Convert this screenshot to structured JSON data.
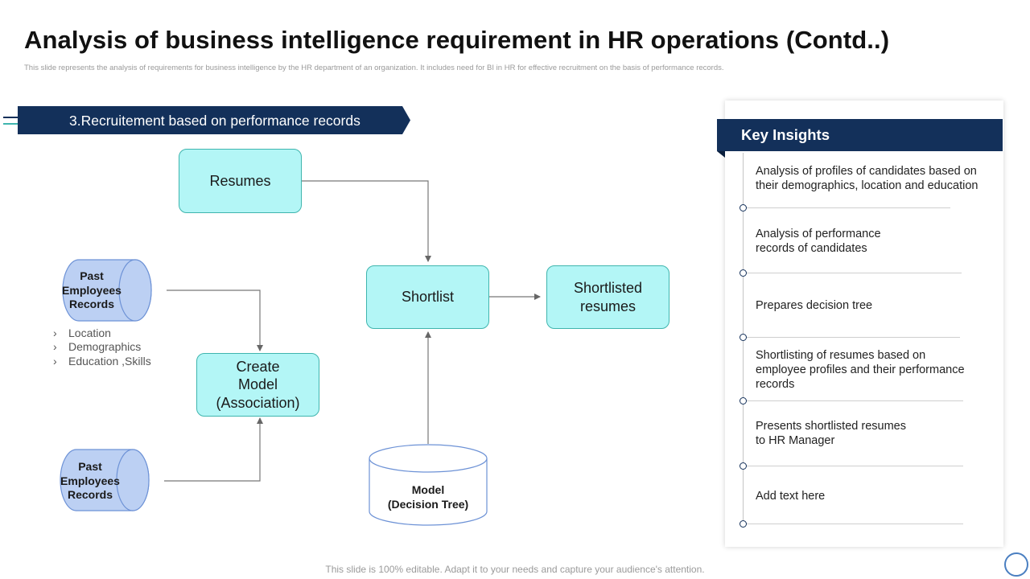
{
  "header": {
    "title": "Analysis of business intelligence requirement in HR operations (Contd..)",
    "subtitle": "This slide represents the analysis of requirements for business intelligence by the HR department of an organization. It includes need for BI in HR  for effective recruitment on the basis of performance records."
  },
  "section": {
    "banner_label": "3.Recruitement based on performance records"
  },
  "flow": {
    "resumes": "Resumes",
    "shortlist": "Shortlist",
    "shortlisted_resumes": "Shortlisted\nresumes",
    "create_model": "Create\nModel\n(Association)",
    "past_records_top": "Past\nEmployees\nRecords",
    "past_records_bottom": "Past\nEmployees\nRecords",
    "decision_tree": "Model\n(Decision Tree)",
    "attributes": [
      "Location",
      "Demographics",
      "Education ,Skills"
    ]
  },
  "insights": {
    "heading": "Key Insights",
    "items": [
      "Analysis of profiles of candidates based on their demographics, location and education",
      "Analysis of performance\nrecords of candidates",
      "Prepares decision tree",
      "Shortlisting of resumes based on employee profiles and their performance records",
      "Presents shortlisted resumes\nto HR Manager",
      "Add text here"
    ]
  },
  "footer": {
    "text": "This slide is 100% editable. Adapt it to your needs and capture your audience's attention."
  },
  "colors": {
    "navy": "#13305a",
    "node_fill": "#b3f6f6",
    "node_border": "#3fb5ae",
    "cylinder_fill": "#bcd0f3",
    "cylinder_border": "#6d92d6",
    "accent_teal": "#3fb5ae"
  }
}
